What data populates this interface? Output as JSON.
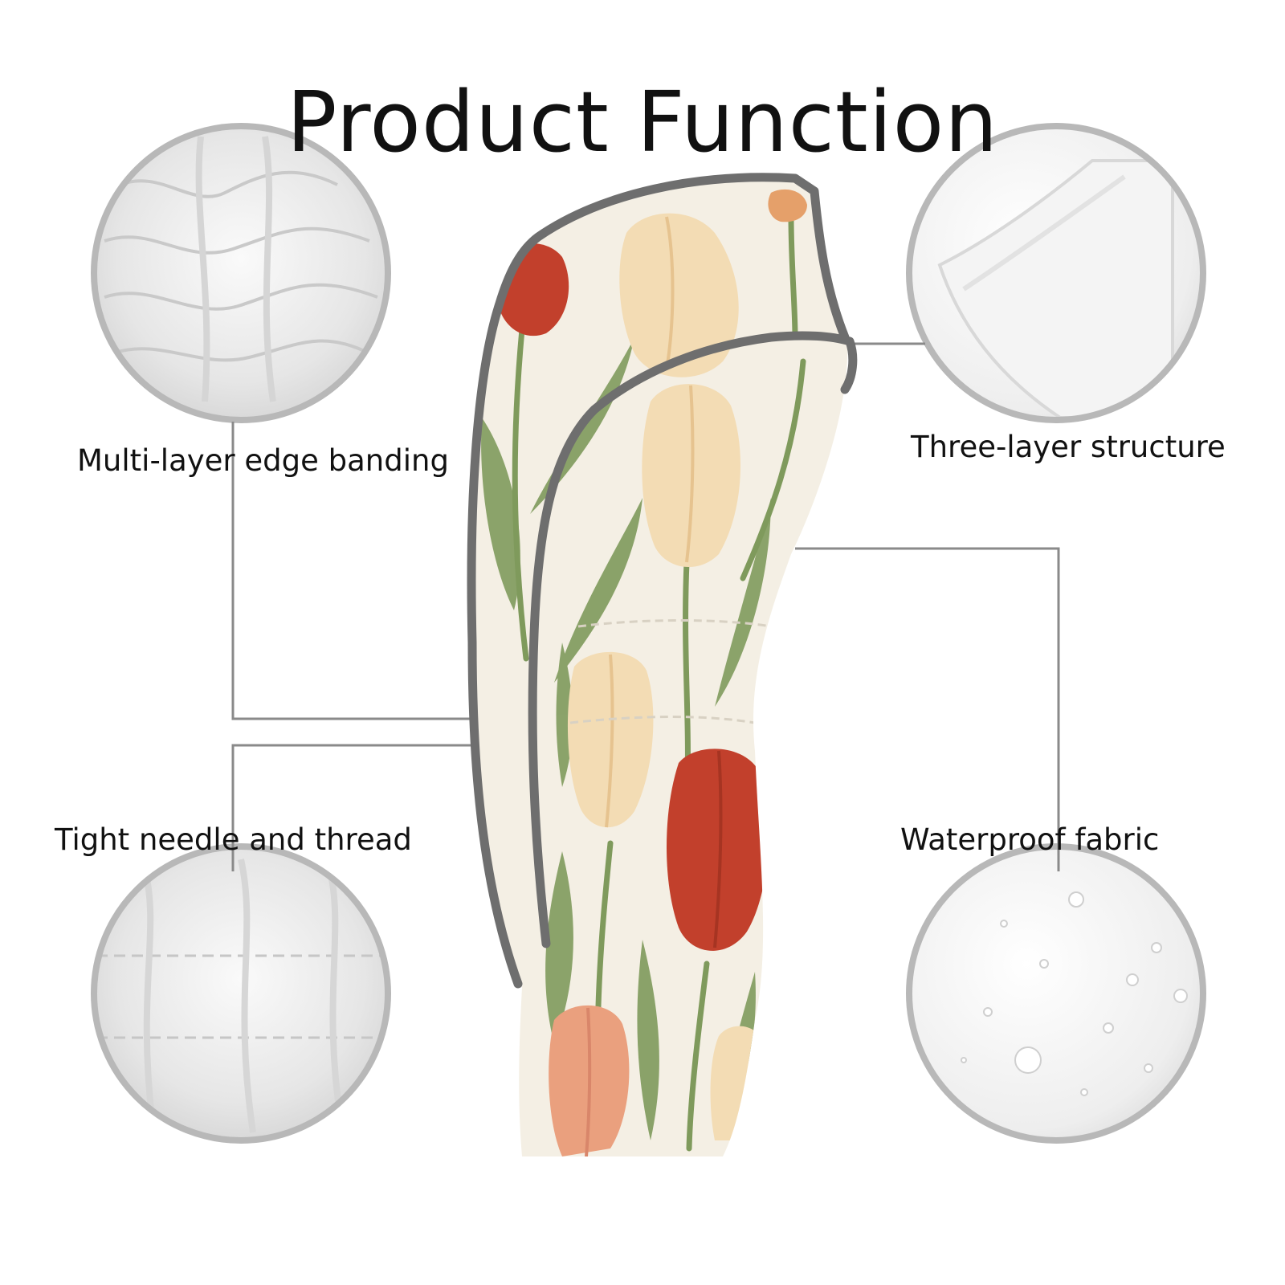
{
  "title": "Product Function",
  "features": {
    "edge_banding": "Multi-layer edge banding",
    "three_layer": "Three-layer structure",
    "needle_thread": "Tight needle and thread",
    "waterproof": "Waterproof fabric"
  },
  "product": {
    "icon": "golf-club-head-cover-icon",
    "pattern": "tulip floral print"
  },
  "colors": {
    "circle_border": "#b8b8b8",
    "connector_line": "#8a8a8a",
    "piping": "#6e6e6e",
    "cover_background": "#f4efe4",
    "tulip_red": "#c2402c",
    "tulip_cream": "#f3dcb4",
    "tulip_pink": "#eaa07e",
    "leaf_green": "#7f9a5c"
  }
}
